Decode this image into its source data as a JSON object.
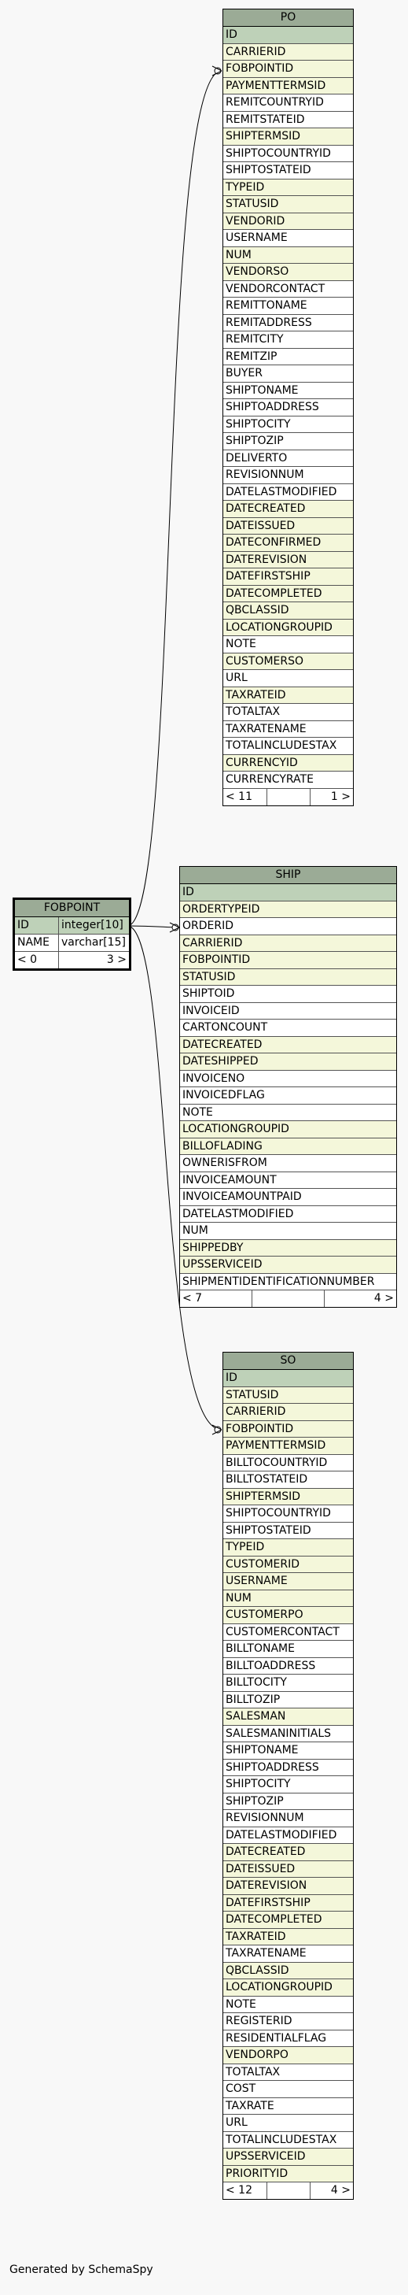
{
  "tables": {
    "po": {
      "name": "PO",
      "columns": [
        {
          "name": "ID",
          "kind": "pk"
        },
        {
          "name": "CARRIERID",
          "kind": "fk"
        },
        {
          "name": "FOBPOINTID",
          "kind": "fk"
        },
        {
          "name": "PAYMENTTERMSID",
          "kind": "fk"
        },
        {
          "name": "REMITCOUNTRYID",
          "kind": "plain"
        },
        {
          "name": "REMITSTATEID",
          "kind": "plain"
        },
        {
          "name": "SHIPTERMSID",
          "kind": "fk"
        },
        {
          "name": "SHIPTOCOUNTRYID",
          "kind": "plain"
        },
        {
          "name": "SHIPTOSTATEID",
          "kind": "plain"
        },
        {
          "name": "TYPEID",
          "kind": "fk"
        },
        {
          "name": "STATUSID",
          "kind": "fk"
        },
        {
          "name": "VENDORID",
          "kind": "fk"
        },
        {
          "name": "USERNAME",
          "kind": "plain"
        },
        {
          "name": "NUM",
          "kind": "fk"
        },
        {
          "name": "VENDORSO",
          "kind": "fk"
        },
        {
          "name": "VENDORCONTACT",
          "kind": "plain"
        },
        {
          "name": "REMITTONAME",
          "kind": "plain"
        },
        {
          "name": "REMITADDRESS",
          "kind": "plain"
        },
        {
          "name": "REMITCITY",
          "kind": "plain"
        },
        {
          "name": "REMITZIP",
          "kind": "plain"
        },
        {
          "name": "BUYER",
          "kind": "plain"
        },
        {
          "name": "SHIPTONAME",
          "kind": "plain"
        },
        {
          "name": "SHIPTOADDRESS",
          "kind": "plain"
        },
        {
          "name": "SHIPTOCITY",
          "kind": "plain"
        },
        {
          "name": "SHIPTOZIP",
          "kind": "plain"
        },
        {
          "name": "DELIVERTO",
          "kind": "plain"
        },
        {
          "name": "REVISIONNUM",
          "kind": "plain"
        },
        {
          "name": "DATELASTMODIFIED",
          "kind": "plain"
        },
        {
          "name": "DATECREATED",
          "kind": "fk"
        },
        {
          "name": "DATEISSUED",
          "kind": "fk"
        },
        {
          "name": "DATECONFIRMED",
          "kind": "fk"
        },
        {
          "name": "DATEREVISION",
          "kind": "fk"
        },
        {
          "name": "DATEFIRSTSHIP",
          "kind": "fk"
        },
        {
          "name": "DATECOMPLETED",
          "kind": "fk"
        },
        {
          "name": "QBCLASSID",
          "kind": "fk"
        },
        {
          "name": "LOCATIONGROUPID",
          "kind": "fk"
        },
        {
          "name": "NOTE",
          "kind": "plain"
        },
        {
          "name": "CUSTOMERSO",
          "kind": "fk"
        },
        {
          "name": "URL",
          "kind": "plain"
        },
        {
          "name": "TAXRATEID",
          "kind": "fk"
        },
        {
          "name": "TOTALTAX",
          "kind": "plain"
        },
        {
          "name": "TAXRATENAME",
          "kind": "plain"
        },
        {
          "name": "TOTALINCLUDESTAX",
          "kind": "plain"
        },
        {
          "name": "CURRENCYID",
          "kind": "fk"
        },
        {
          "name": "CURRENCYRATE",
          "kind": "plain"
        }
      ],
      "footer": {
        "left": "< 11",
        "mid": "",
        "right": "1 >"
      }
    },
    "ship": {
      "name": "SHIP",
      "columns": [
        {
          "name": "ID",
          "kind": "pk"
        },
        {
          "name": "ORDERTYPEID",
          "kind": "fk"
        },
        {
          "name": "ORDERID",
          "kind": "plain"
        },
        {
          "name": "CARRIERID",
          "kind": "fk"
        },
        {
          "name": "FOBPOINTID",
          "kind": "fk"
        },
        {
          "name": "STATUSID",
          "kind": "fk"
        },
        {
          "name": "SHIPTOID",
          "kind": "plain"
        },
        {
          "name": "INVOICEID",
          "kind": "plain"
        },
        {
          "name": "CARTONCOUNT",
          "kind": "plain"
        },
        {
          "name": "DATECREATED",
          "kind": "fk"
        },
        {
          "name": "DATESHIPPED",
          "kind": "fk"
        },
        {
          "name": "INVOICENO",
          "kind": "plain"
        },
        {
          "name": "INVOICEDFLAG",
          "kind": "plain"
        },
        {
          "name": "NOTE",
          "kind": "plain"
        },
        {
          "name": "LOCATIONGROUPID",
          "kind": "fk"
        },
        {
          "name": "BILLOFLADING",
          "kind": "fk"
        },
        {
          "name": "OWNERISFROM",
          "kind": "plain"
        },
        {
          "name": "INVOICEAMOUNT",
          "kind": "plain"
        },
        {
          "name": "INVOICEAMOUNTPAID",
          "kind": "plain"
        },
        {
          "name": "DATELASTMODIFIED",
          "kind": "plain"
        },
        {
          "name": "NUM",
          "kind": "plain"
        },
        {
          "name": "SHIPPEDBY",
          "kind": "fk"
        },
        {
          "name": "UPSSERVICEID",
          "kind": "fk"
        },
        {
          "name": "SHIPMENTIDENTIFICATIONNUMBER",
          "kind": "plain"
        }
      ],
      "footer": {
        "left": "< 7",
        "mid": "",
        "right": "4 >"
      }
    },
    "so": {
      "name": "SO",
      "columns": [
        {
          "name": "ID",
          "kind": "pk"
        },
        {
          "name": "STATUSID",
          "kind": "fk"
        },
        {
          "name": "CARRIERID",
          "kind": "fk"
        },
        {
          "name": "FOBPOINTID",
          "kind": "fk"
        },
        {
          "name": "PAYMENTTERMSID",
          "kind": "fk"
        },
        {
          "name": "BILLTOCOUNTRYID",
          "kind": "plain"
        },
        {
          "name": "BILLTOSTATEID",
          "kind": "plain"
        },
        {
          "name": "SHIPTERMSID",
          "kind": "fk"
        },
        {
          "name": "SHIPTOCOUNTRYID",
          "kind": "plain"
        },
        {
          "name": "SHIPTOSTATEID",
          "kind": "plain"
        },
        {
          "name": "TYPEID",
          "kind": "fk"
        },
        {
          "name": "CUSTOMERID",
          "kind": "fk"
        },
        {
          "name": "USERNAME",
          "kind": "fk"
        },
        {
          "name": "NUM",
          "kind": "fk"
        },
        {
          "name": "CUSTOMERPO",
          "kind": "fk"
        },
        {
          "name": "CUSTOMERCONTACT",
          "kind": "plain"
        },
        {
          "name": "BILLTONAME",
          "kind": "plain"
        },
        {
          "name": "BILLTOADDRESS",
          "kind": "plain"
        },
        {
          "name": "BILLTOCITY",
          "kind": "plain"
        },
        {
          "name": "BILLTOZIP",
          "kind": "plain"
        },
        {
          "name": "SALESMAN",
          "kind": "fk"
        },
        {
          "name": "SALESMANINITIALS",
          "kind": "plain"
        },
        {
          "name": "SHIPTONAME",
          "kind": "plain"
        },
        {
          "name": "SHIPTOADDRESS",
          "kind": "plain"
        },
        {
          "name": "SHIPTOCITY",
          "kind": "plain"
        },
        {
          "name": "SHIPTOZIP",
          "kind": "plain"
        },
        {
          "name": "REVISIONNUM",
          "kind": "plain"
        },
        {
          "name": "DATELASTMODIFIED",
          "kind": "plain"
        },
        {
          "name": "DATECREATED",
          "kind": "fk"
        },
        {
          "name": "DATEISSUED",
          "kind": "fk"
        },
        {
          "name": "DATEREVISION",
          "kind": "fk"
        },
        {
          "name": "DATEFIRSTSHIP",
          "kind": "fk"
        },
        {
          "name": "DATECOMPLETED",
          "kind": "fk"
        },
        {
          "name": "TAXRATEID",
          "kind": "fk"
        },
        {
          "name": "TAXRATENAME",
          "kind": "plain"
        },
        {
          "name": "QBCLASSID",
          "kind": "fk"
        },
        {
          "name": "LOCATIONGROUPID",
          "kind": "fk"
        },
        {
          "name": "NOTE",
          "kind": "plain"
        },
        {
          "name": "REGISTERID",
          "kind": "plain"
        },
        {
          "name": "RESIDENTIALFLAG",
          "kind": "plain"
        },
        {
          "name": "VENDORPO",
          "kind": "fk"
        },
        {
          "name": "TOTALTAX",
          "kind": "plain"
        },
        {
          "name": "COST",
          "kind": "plain"
        },
        {
          "name": "TAXRATE",
          "kind": "plain"
        },
        {
          "name": "URL",
          "kind": "plain"
        },
        {
          "name": "TOTALINCLUDESTAX",
          "kind": "plain"
        },
        {
          "name": "UPSSERVICEID",
          "kind": "fk"
        },
        {
          "name": "PRIORITYID",
          "kind": "fk"
        }
      ],
      "footer": {
        "left": "< 12",
        "mid": "",
        "right": "4 >"
      }
    },
    "fobpoint": {
      "name": "FOBPOINT",
      "columns": [
        {
          "name": "ID",
          "type": "integer[10]",
          "kind": "pk"
        },
        {
          "name": "NAME",
          "type": "varchar[15]",
          "kind": "plain"
        }
      ],
      "footer": {
        "left": "< 0",
        "right": "3 >"
      }
    }
  },
  "colors": {
    "header": "#9bab96",
    "primary_key": "#bed1b8",
    "foreign_key": "#f4f7da",
    "plain": "#ffffff",
    "background": "#f8f8f8"
  },
  "footer_text": "Generated by SchemaSpy"
}
